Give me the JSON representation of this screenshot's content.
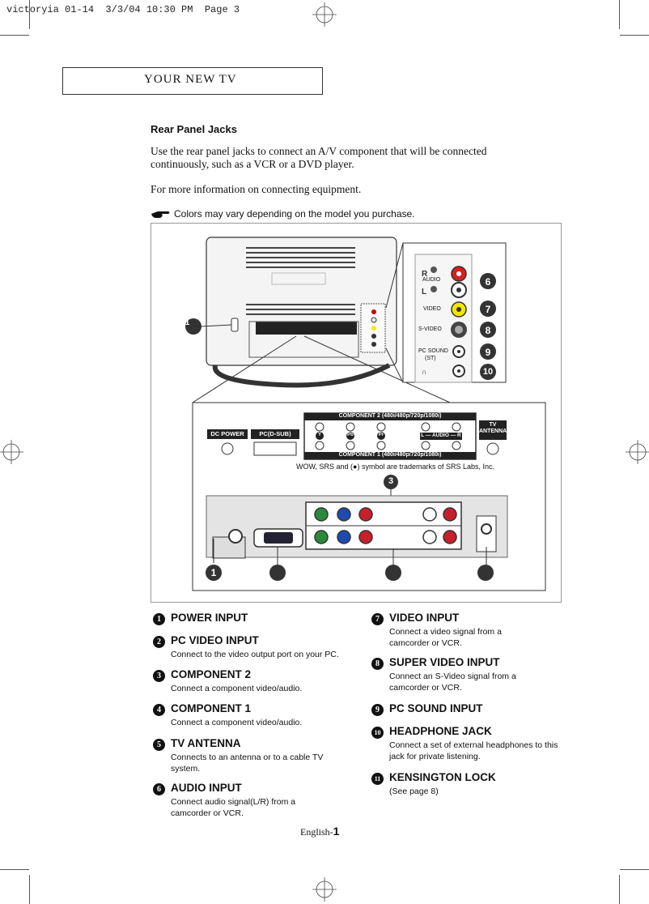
{
  "print_header": "victoryia 01-14  3/3/04 10:30 PM  Page 3",
  "section_title": "YOUR NEW TV",
  "heading": "Rear Panel Jacks",
  "intro": "Use the rear panel jacks to connect an A/V component that will be connected continuously, such as a VCR or a DVD player.",
  "more_info": "For more information on connecting equipment.",
  "note": "Colors may vary depending on the model you purchase.",
  "figure": {
    "side_labels": [
      "AUDIO",
      "VIDEO",
      "S-VIDEO",
      "PC SOUND",
      "(ST)"
    ],
    "side_rl": [
      "R",
      "L"
    ],
    "side_nums": [
      "6",
      "7",
      "8",
      "9",
      "10"
    ],
    "tv_callout": "11",
    "panel_labels": {
      "dc_power": "DC POWER",
      "pc_dsub": "PC(D-SUB)",
      "comp2": "COMPONENT 2 (480i/480p/720p/1080i)",
      "comp1": "COMPONENT 1 (480i/480p/720p/1080i)",
      "audio_lr": "L — AUDIO — R",
      "tv_antenna": "TV ANTENNA",
      "y": "Y",
      "pb": "Pb",
      "pr": "Pr"
    },
    "trademark": "WOW, SRS and (●) symbol are trademarks of SRS Labs, Inc.",
    "callout_top": "3",
    "callout_bottom_left": "1"
  },
  "items_left": [
    {
      "num": "1",
      "title": "POWER INPUT",
      "desc": ""
    },
    {
      "num": "2",
      "title": "PC VIDEO INPUT",
      "desc": "Connect to the video output port on your PC."
    },
    {
      "num": "3",
      "title": "COMPONENT 2",
      "desc": "Connect a component video/audio."
    },
    {
      "num": "4",
      "title": "COMPONENT 1",
      "desc": "Connect a component video/audio."
    },
    {
      "num": "5",
      "title": "TV ANTENNA",
      "desc": "Connects to an antenna or to a cable TV system."
    },
    {
      "num": "6",
      "title": "AUDIO INPUT",
      "desc": "Connect audio signal(L/R) from a camcorder or VCR."
    }
  ],
  "items_right": [
    {
      "num": "7",
      "title": "VIDEO INPUT",
      "desc": "Connect a  video signal from a camcorder or VCR."
    },
    {
      "num": "8",
      "title": "SUPER VIDEO INPUT",
      "desc": "Connect an S-Video signal from a camcorder or VCR."
    },
    {
      "num": "9",
      "title": "PC SOUND INPUT",
      "desc": ""
    },
    {
      "num": "10",
      "title": "HEADPHONE JACK",
      "desc": "Connect a set of external headphones to this jack for private listening."
    },
    {
      "num": "11",
      "title": "KENSINGTON LOCK",
      "desc": "(See page 8)"
    }
  ],
  "footer": {
    "prefix": "English-",
    "page": "1"
  }
}
